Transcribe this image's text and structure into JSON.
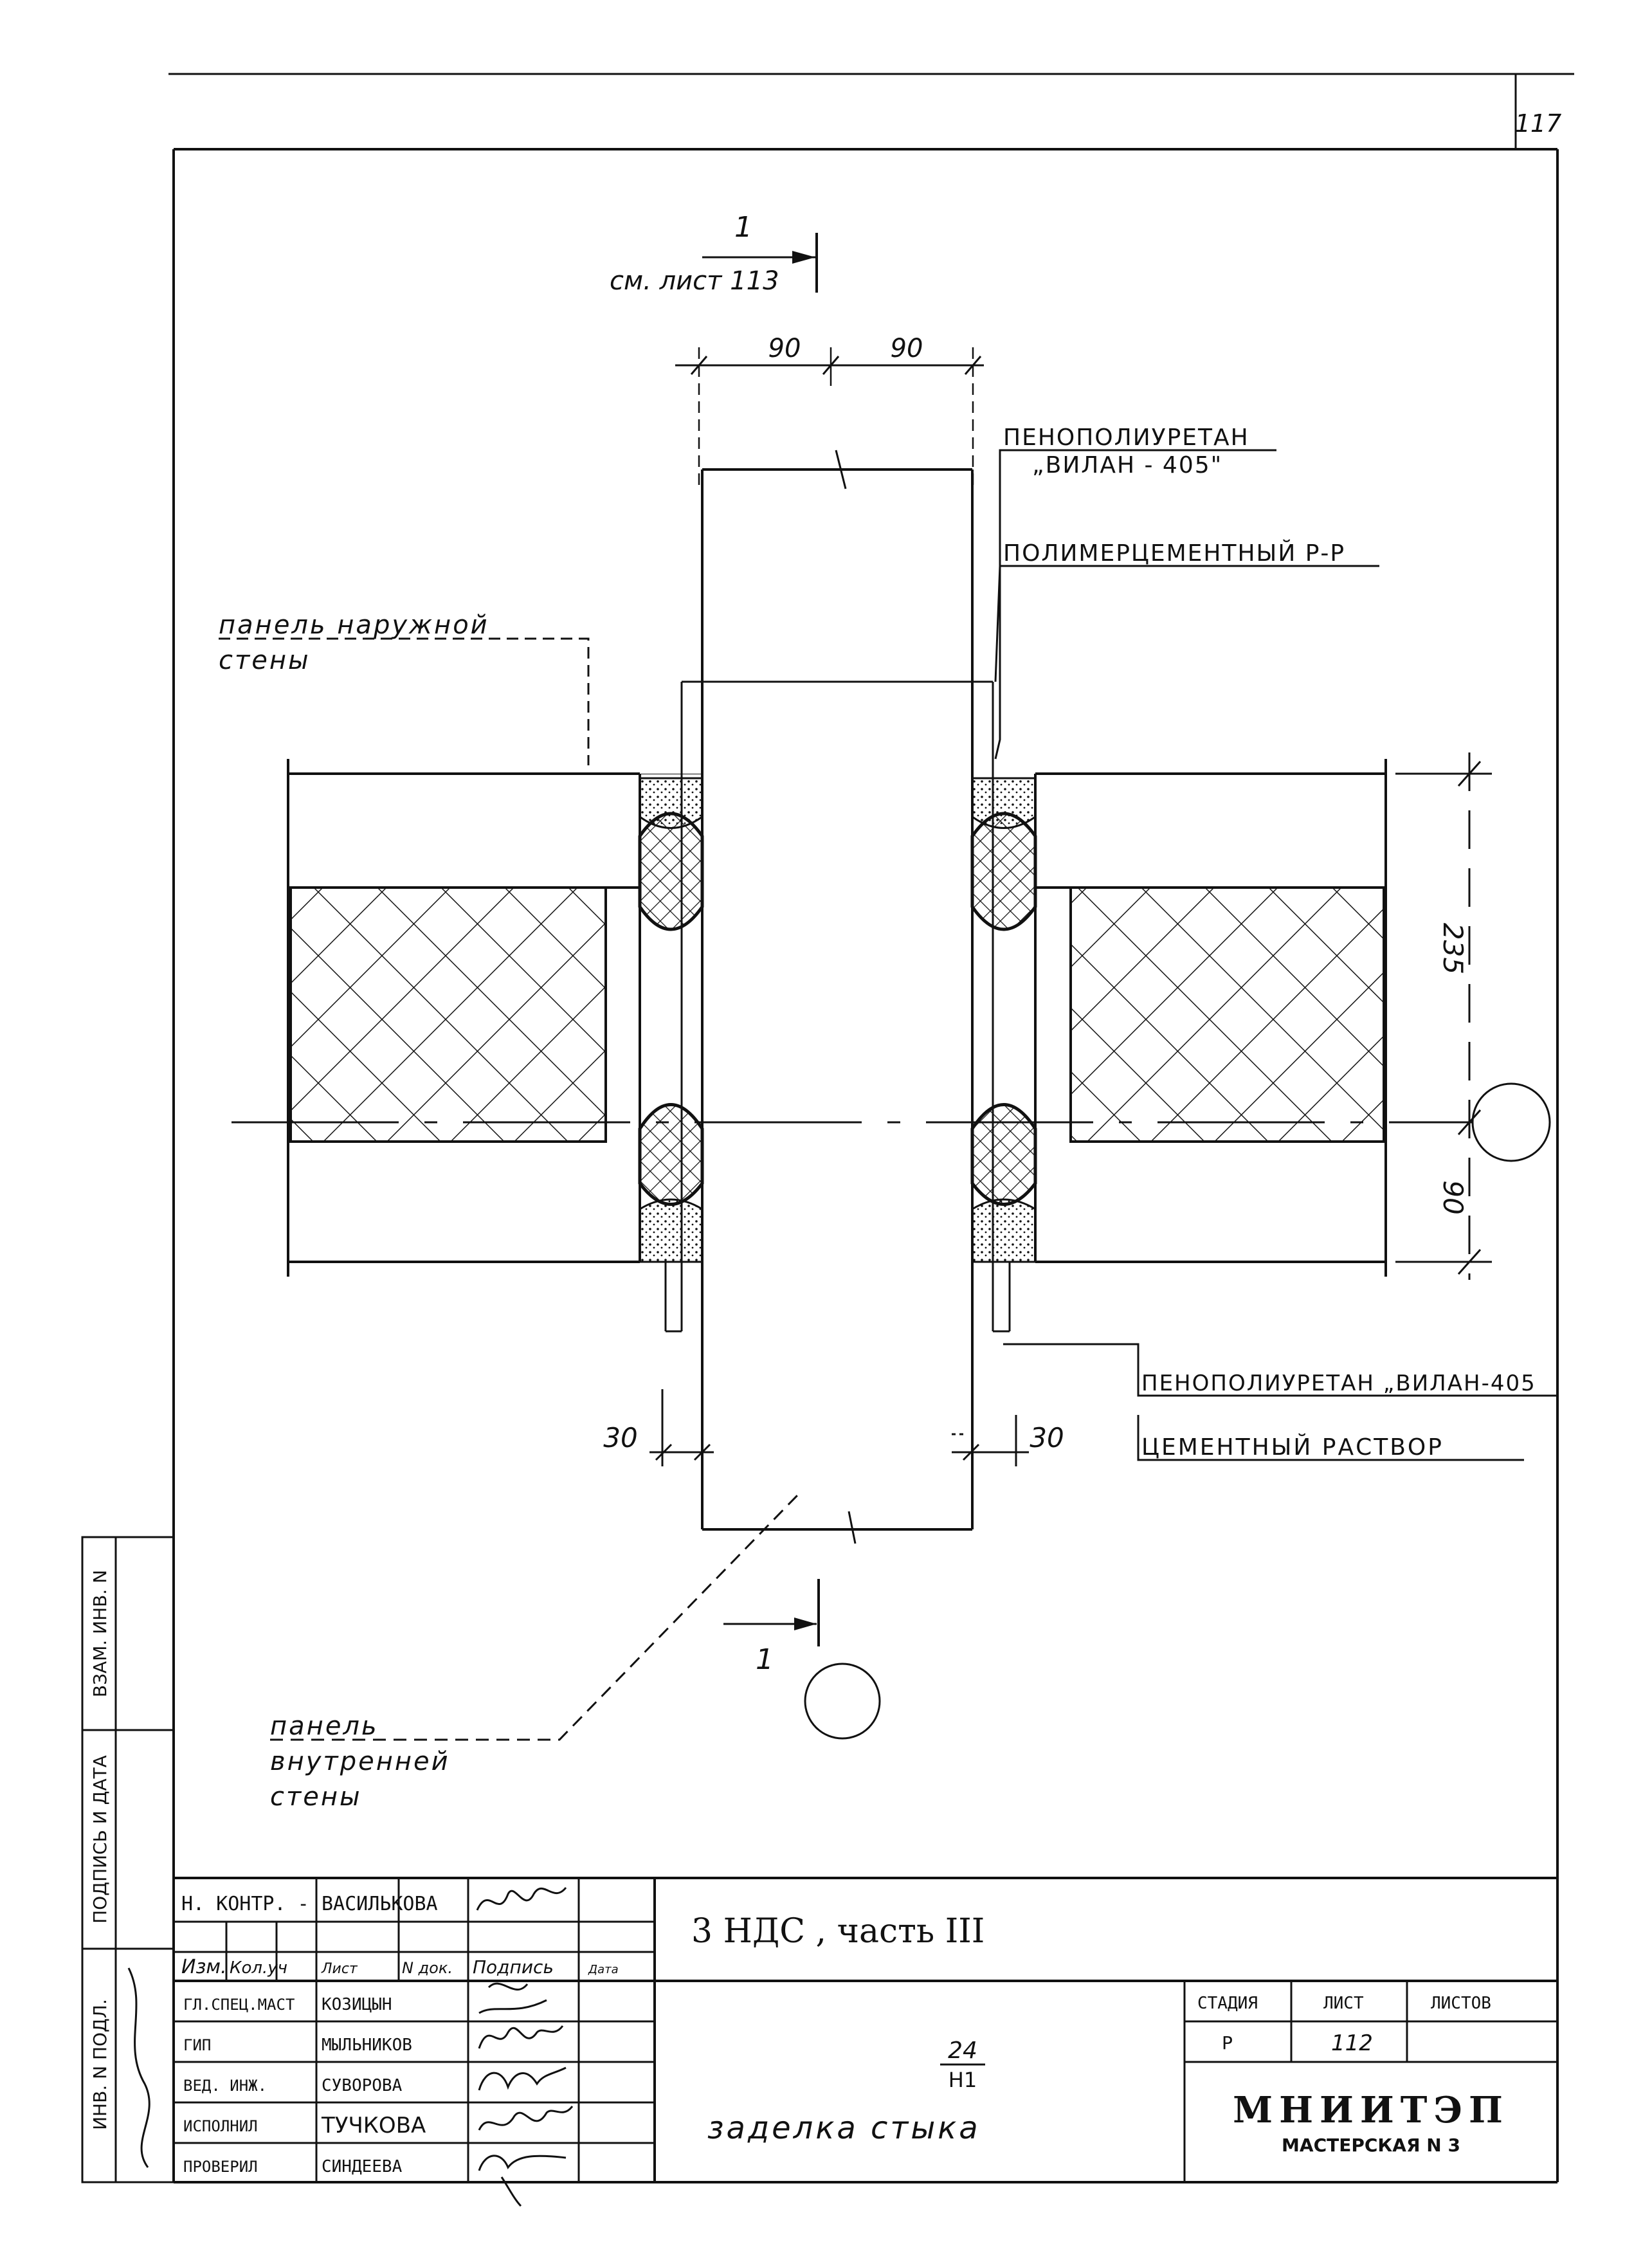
{
  "sheet_number": "117",
  "section_ref": {
    "mark": "1",
    "note": "см. лист 113"
  },
  "section_mark_bottom": "1",
  "dimensions": {
    "top_left": "90",
    "top_right": "90",
    "height_upper": "235",
    "height_lower": "90",
    "gap_left": "30",
    "gap_right": "30"
  },
  "callouts": {
    "foam_top_line1": "ПЕНОПОЛИУРЕТАН",
    "foam_top_line2": "„ВИЛАН - 405\"",
    "polymer_mortar": "ПОЛИМЕРЦЕМЕНТНЫЙ Р-Р",
    "outer_panel_line1": "панель   наружной",
    "outer_panel_line2": "стены",
    "foam_bottom": "ПЕНОПОЛИУРЕТАН „ВИЛАН-405",
    "cement_mortar": "ЦЕМЕНТНЫЙ  РАСТВОР",
    "inner_panel_line1": "панель",
    "inner_panel_line2": "внутренней",
    "inner_panel_line3": "стены"
  },
  "side_stamps": {
    "inv_orig": "ИНВ. N ПОДЛ.",
    "sign_date": "ПОДПИСЬ И ДАТА",
    "repl_inv": "ВЗАМ. ИНВ. N"
  },
  "title_block": {
    "norm_control_role": "Н. КОНТР. -",
    "norm_control_name": "ВАСИЛЬКОВА",
    "col_headers": [
      "Изм.",
      "Кол.уч",
      "Лист",
      "N док.",
      "Подпись",
      "Дата"
    ],
    "roles": [
      "ГЛ.СПЕЦ.МАСТ",
      "ГИП",
      "ВЕД. ИНЖ.",
      "ИСПОЛНИЛ",
      "ПРОВЕРИЛ"
    ],
    "names": [
      "КОЗИЦЫН",
      "МЫЛЬНИКОВ",
      "СУВОРОВА",
      "ТУЧКОВА",
      "СИНДЕЕВА"
    ],
    "project": "3 НДС , часть III",
    "drawing_code_top": "24",
    "drawing_code_bottom": "Н1",
    "drawing_title": "заделка   стыка",
    "stage_label": "СТАДИЯ",
    "sheet_label": "ЛИСТ",
    "sheets_label": "ЛИСТОВ",
    "stage": "Р",
    "sheet": "112",
    "sheets": "",
    "org_name": "МНИИТЭП",
    "org_sub": "МАСТЕРСКАЯ N 3"
  }
}
